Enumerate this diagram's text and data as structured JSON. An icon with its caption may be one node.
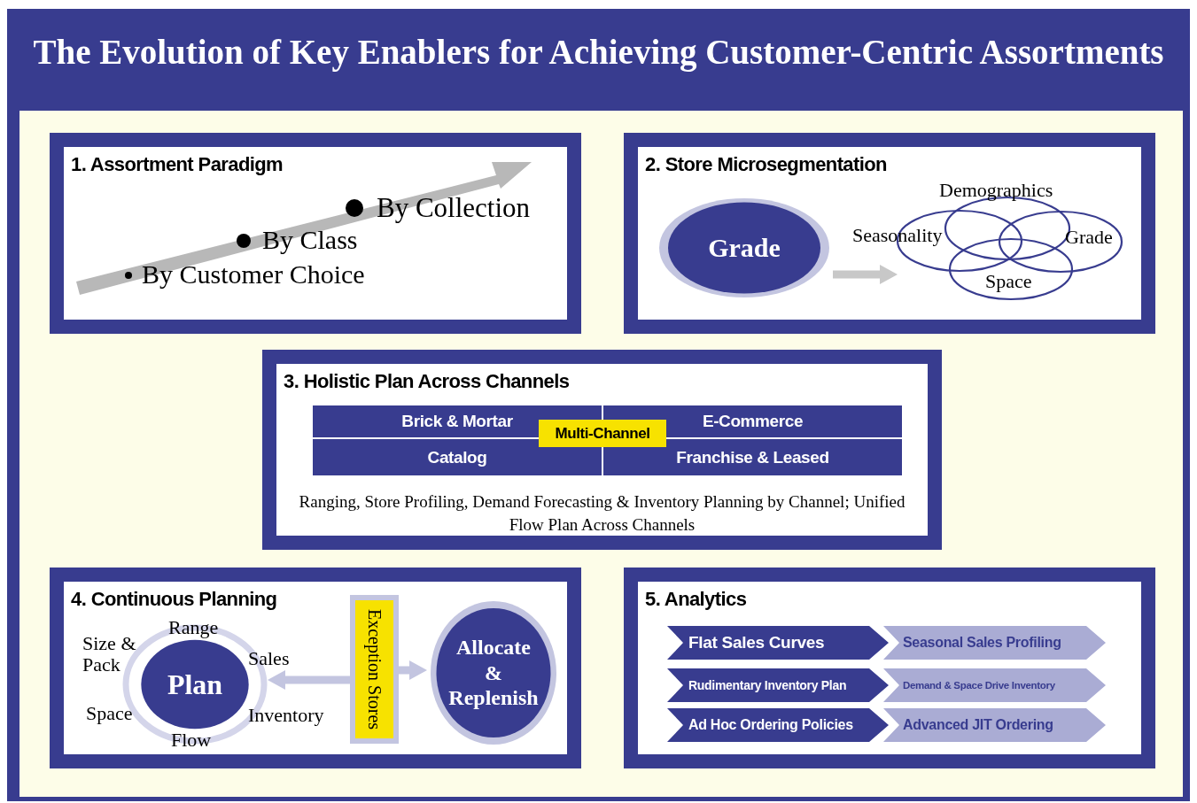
{
  "diagram": {
    "title": "The Evolution of Key Enablers for Achieving Customer-Centric Assortments",
    "nodes": [
      {
        "text": [
          "1. Assortment Paradigm"
        ]
      },
      {
        "text": [
          "2. Store Microsegmentation"
        ]
      },
      {
        "text": [
          "Grade"
        ],
        "in": 1
      },
      {
        "text": [
          "Demographics"
        ],
        "in": 1
      },
      {
        "text": [
          "Seasonality"
        ],
        "in": 1
      },
      {
        "text": [
          "Grade"
        ],
        "in": 1
      },
      {
        "text": [
          "Space"
        ],
        "in": 1
      },
      {
        "text": [
          "3. Holistic Plan Across Channels",
          "Ranging, Store Profiling, Demand Forecasting & Inventory Planning by Channel; Unified Flow Plan Across Channels"
        ]
      },
      {
        "text": [
          "Brick & Mortar"
        ],
        "in": 7
      },
      {
        "text": [
          "E-Commerce"
        ],
        "in": 7
      },
      {
        "text": [
          "Catalog"
        ],
        "in": 7
      },
      {
        "text": [
          "Franchise & Leased"
        ],
        "in": 7
      },
      {
        "text": [
          "Multi-Channel"
        ],
        "in": 7
      },
      {
        "text": [
          "4. Continuous Planning"
        ]
      },
      {
        "text": [
          "Plan"
        ],
        "in": 13
      },
      {
        "text": [
          "Exception Stores"
        ],
        "in": 13
      },
      {
        "text": [
          "Allocate & Replenish"
        ],
        "in": 13
      },
      {
        "text": [
          "5. Analytics"
        ]
      },
      {
        "text": [
          "Flat Sales Curves"
        ],
        "in": 17
      },
      {
        "text": [
          "Seasonal Sales Profiling"
        ],
        "in": 17
      },
      {
        "text": [
          "Rudimentary Inventory Plan"
        ],
        "in": 17
      },
      {
        "text": [
          "Demand & Space Drive Inventory"
        ],
        "in": 17
      },
      {
        "text": [
          "Ad Hoc Ordering Policies"
        ],
        "in": 17
      },
      {
        "text": [
          "Advanced JIT Ordering"
        ],
        "in": 17
      }
    ],
    "edges": [
      {
        "from": 2,
        "to": 4,
        "arrow": "to",
        "color": "#c8c8c8"
      },
      {
        "from": 15,
        "to": 14,
        "arrow": "to"
      },
      {
        "from": 15,
        "to": 16,
        "arrow": "to"
      }
    ],
    "labels": [
      "By Collection",
      "By Class",
      "By Customer Choice",
      "Range",
      "Size & Pack",
      "Sales",
      "Space",
      "Inventory",
      "Flow"
    ]
  }
}
